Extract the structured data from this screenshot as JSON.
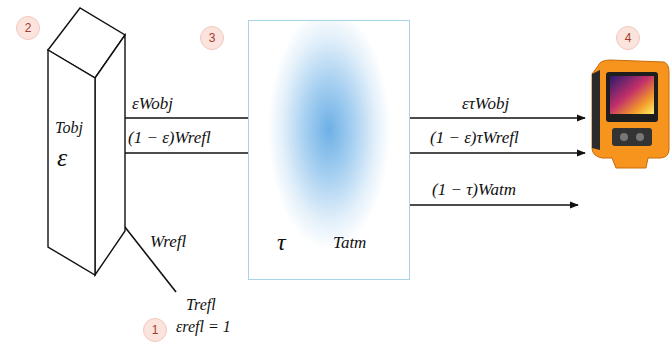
{
  "diagram": {
    "nodes": [
      {
        "text": [
          "Tobj",
          "ε"
        ]
      },
      {
        "text": [
          "τ",
          "Tatm"
        ]
      }
    ],
    "labels": [
      "2",
      "3",
      "4",
      "εWobj",
      "ετWobj",
      "(1 − ε)Wrefl",
      "(1 − ε)τWrefl",
      "(1 − τ)Watm",
      "Wrefl",
      "Trefl",
      "εrefl = 1",
      "1"
    ]
  }
}
